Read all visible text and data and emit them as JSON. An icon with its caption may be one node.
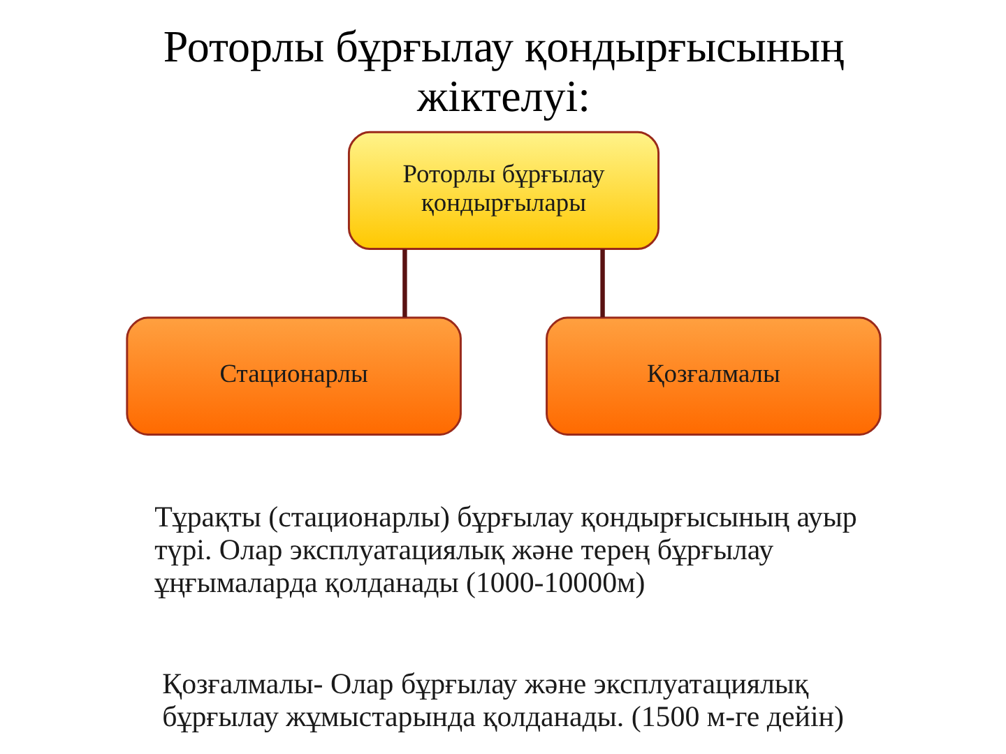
{
  "diagram": {
    "title": "Роторлы бұрғылау қондырғысының жіктелуі:",
    "nodes": [
      {
        "text": [
          "Роторлы бұрғылау қондырғылары"
        ]
      },
      {
        "text": [
          "Стационарлы"
        ]
      },
      {
        "text": [
          "Қозғалмалы"
        ]
      }
    ],
    "edges": [
      {
        "from": 0,
        "to": 1,
        "arrow": "none"
      },
      {
        "from": 0,
        "to": 2,
        "arrow": "none"
      }
    ],
    "labels": [
      "Тұрақты (стационарлы) бұрғылау қондырғысының ауыр түрі. Олар эксплуатациялық және терең бұрғылау ұңғымаларда қолданады (1000-10000м)",
      "Қозғалмалы- Олар бұрғылау және эксплуатациялық бұрғылау жұмыстарында қолданады. (1500 м-ге дейін)"
    ]
  }
}
